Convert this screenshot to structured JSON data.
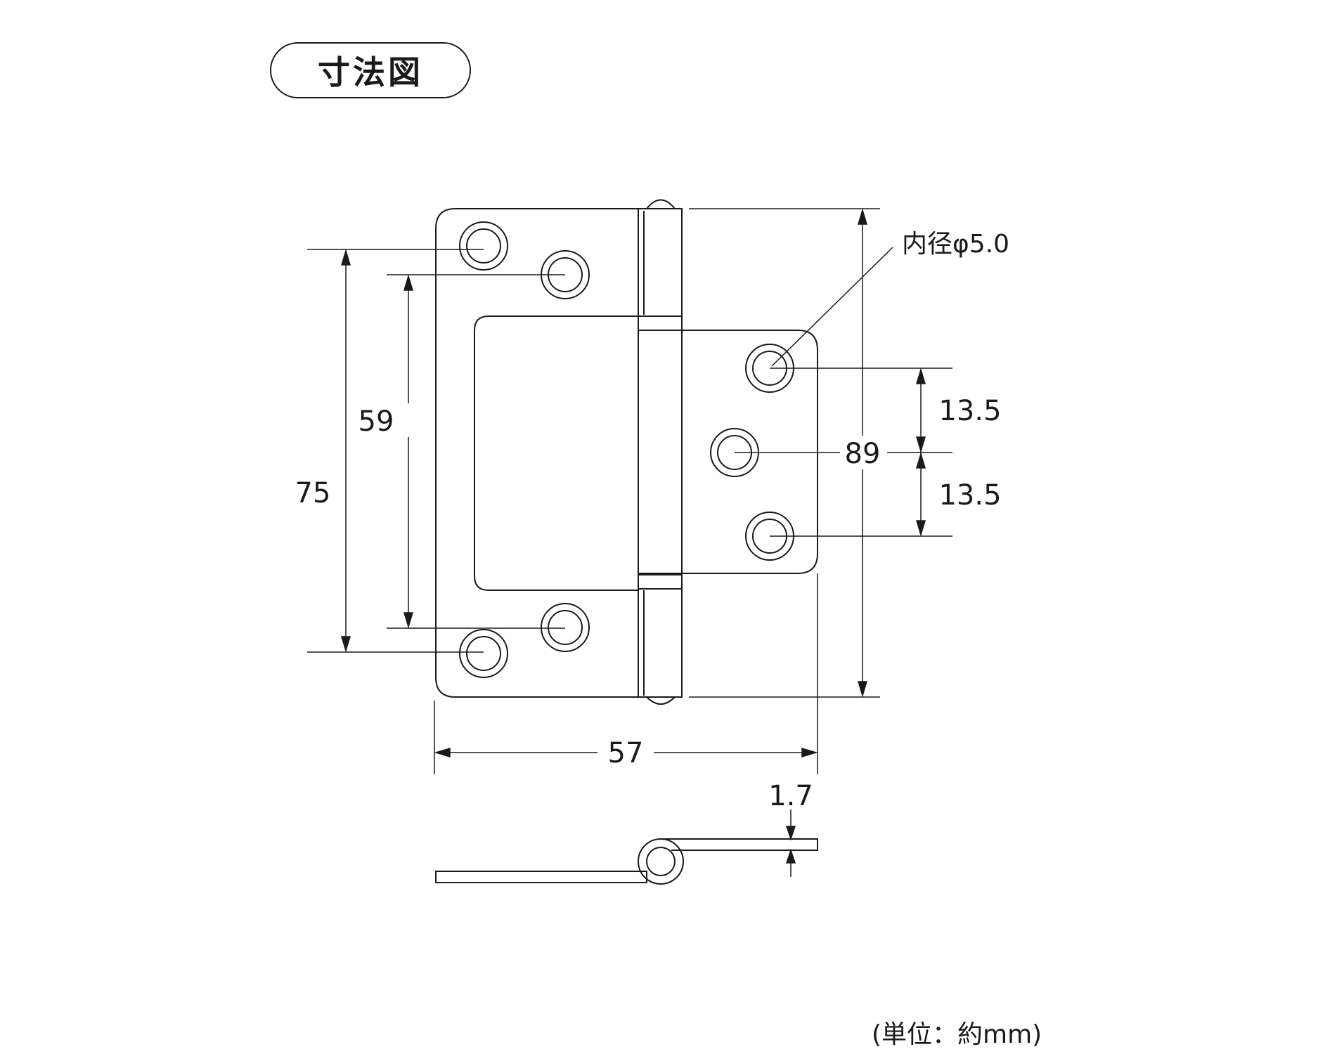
{
  "title": "寸法図",
  "dimensions": {
    "height_outer": "75",
    "height_inner": "59",
    "total_height": "89",
    "spacing_upper": "13.5",
    "spacing_lower": "13.5",
    "width": "57",
    "thickness": "1.7"
  },
  "hole_label": "内径φ5.0",
  "unit_note": "(単位：約mm)",
  "colors": {
    "line": "#1a1a1a",
    "background": "#ffffff"
  }
}
